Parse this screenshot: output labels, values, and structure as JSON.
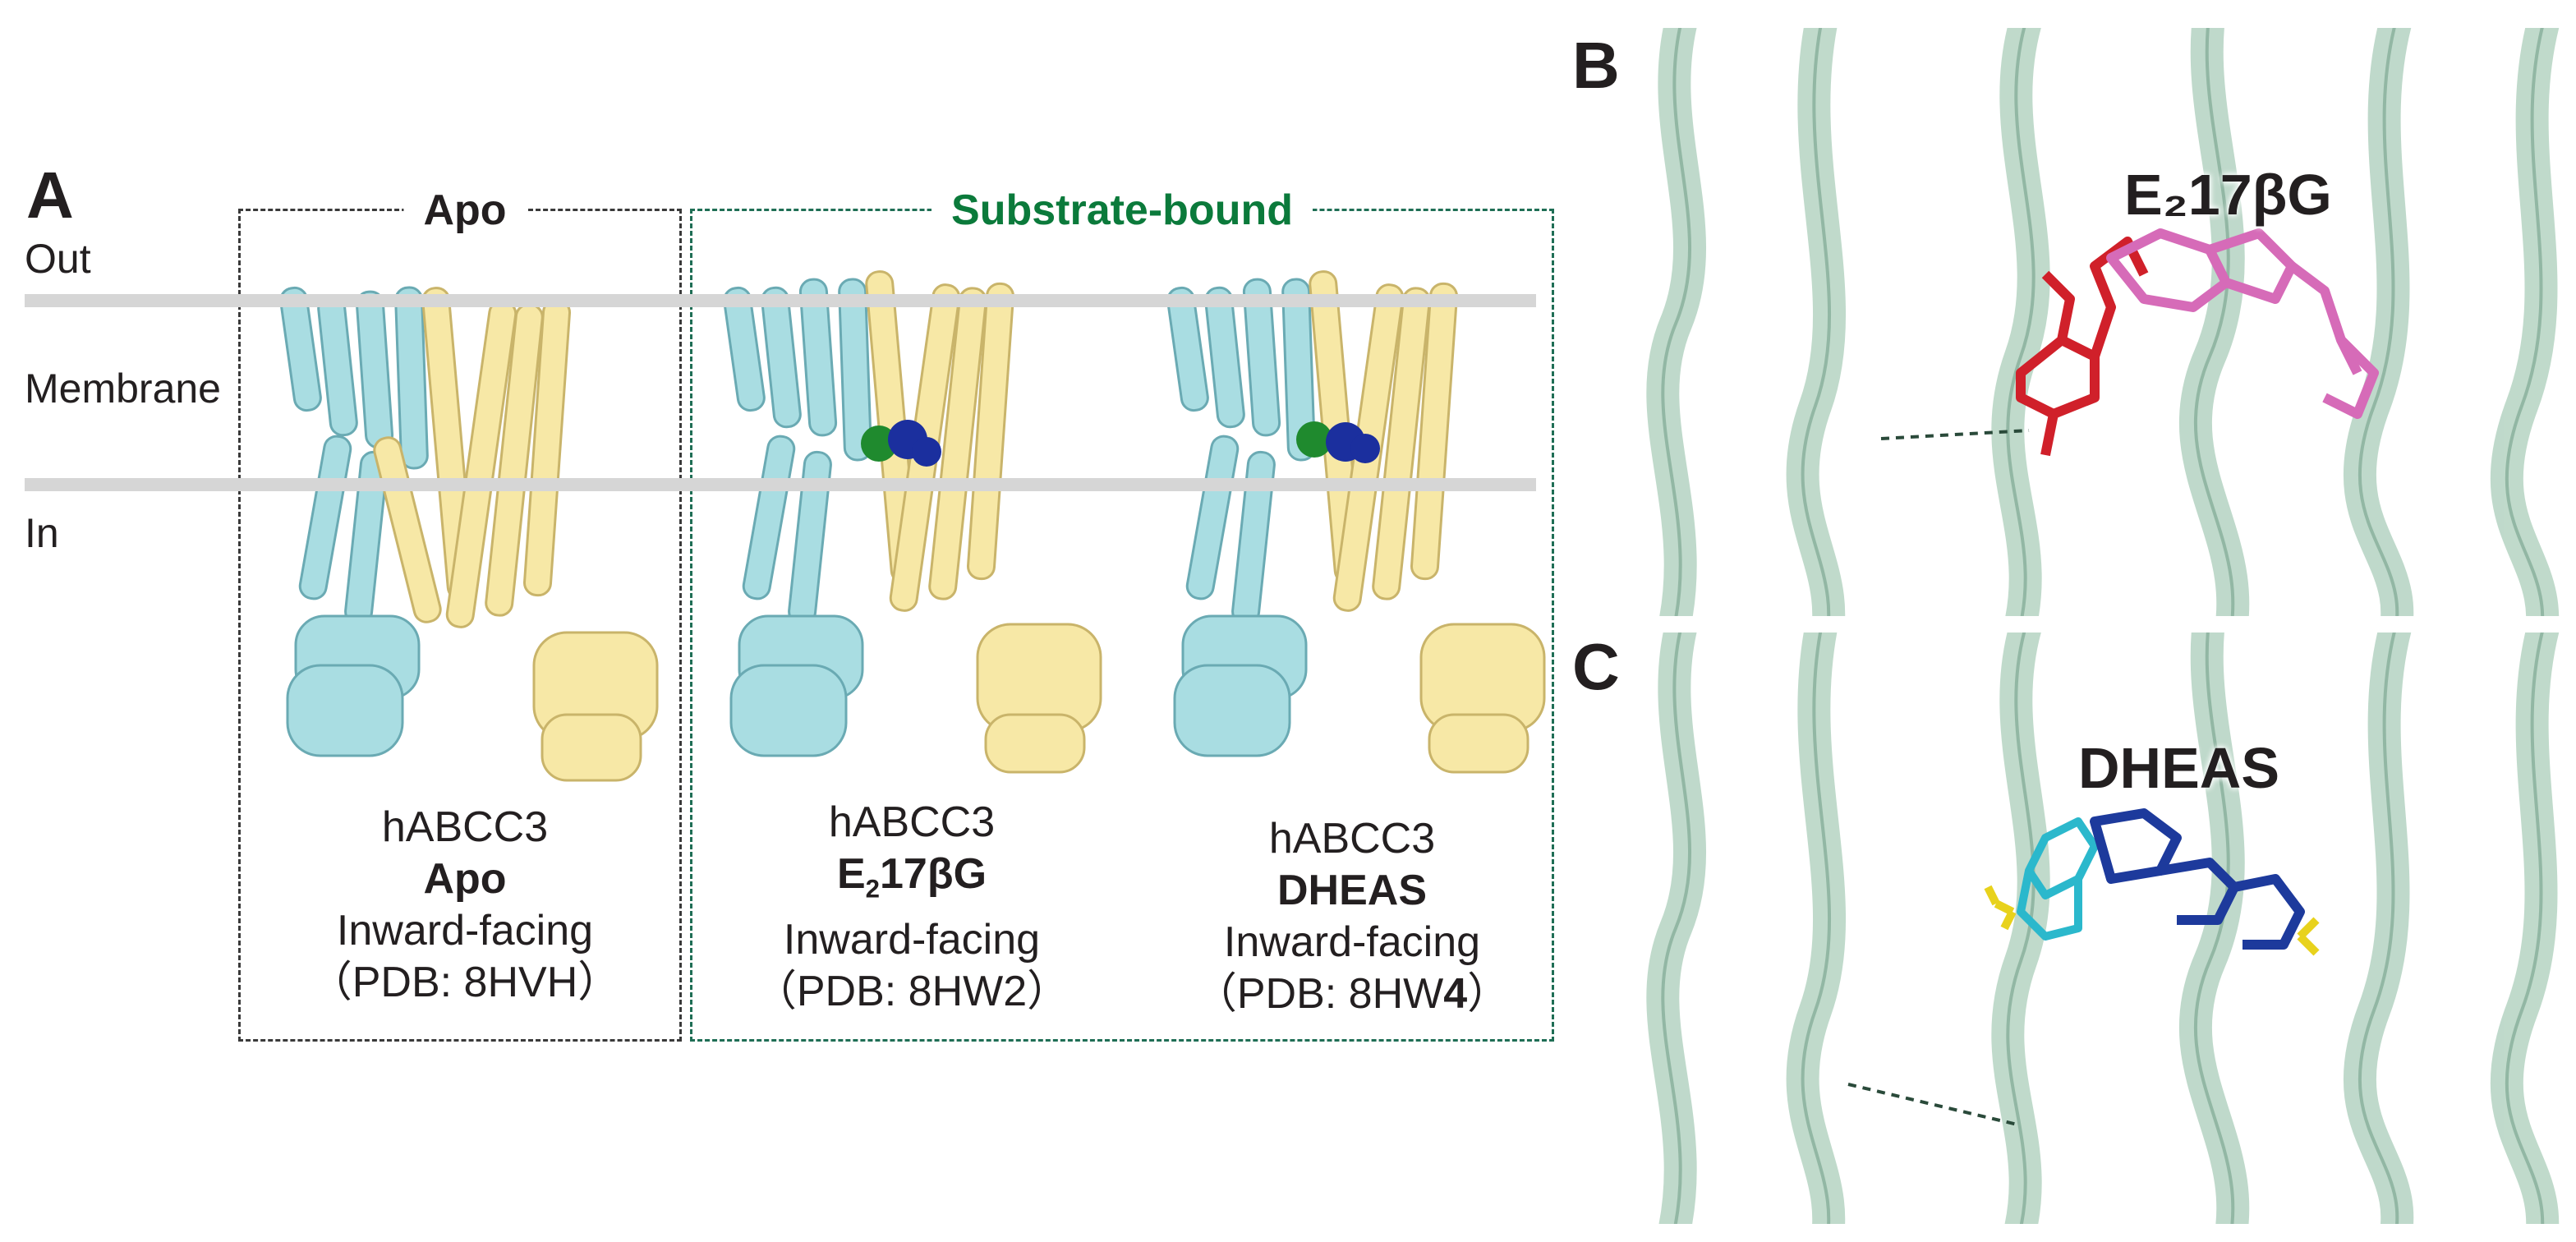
{
  "panel_a": {
    "letter": "A",
    "membrane": {
      "out": "Out",
      "membrane": "Membrane",
      "in": "In"
    },
    "apo_group_title": "Apo",
    "substrate_group_title": "Substrate-bound",
    "substrate_title_color": "#0b7a3b",
    "structures": [
      {
        "line1": "hABCC3",
        "line2": "Apo",
        "line3": "Inward-facing",
        "line4": "（PDB: 8HVH）"
      },
      {
        "line1": "hABCC3",
        "line2_base": "E",
        "line2_sub": "2",
        "line2_rest": "17βG",
        "line3": "Inward-facing",
        "line4": "（PDB: 8HW2）"
      },
      {
        "line1": "hABCC3",
        "line2": "DHEAS",
        "line3": "Inward-facing",
        "line4_main": "（PDB: 8HW",
        "line4_bold": "4",
        "line4_end": "）"
      }
    ],
    "colors": {
      "chain_a": "#a9dde2",
      "chain_b": "#f7e8a6",
      "ligand_green": "#1f8a2e",
      "ligand_blue": "#1b2f9e"
    }
  },
  "panel_b": {
    "letter": "B",
    "ligand_label": "E₂17βG",
    "colors": {
      "ligand_red": "#d0202a",
      "ligand_pink": "#d66bb8",
      "protein": "#cfe6d8"
    }
  },
  "panel_c": {
    "letter": "C",
    "ligand_label": "DHEAS",
    "colors": {
      "ligand_blue": "#1d3a9c",
      "ligand_cyan": "#2bb8cc",
      "sulfate": "#e8d21c",
      "protein": "#cfe6d8"
    }
  }
}
